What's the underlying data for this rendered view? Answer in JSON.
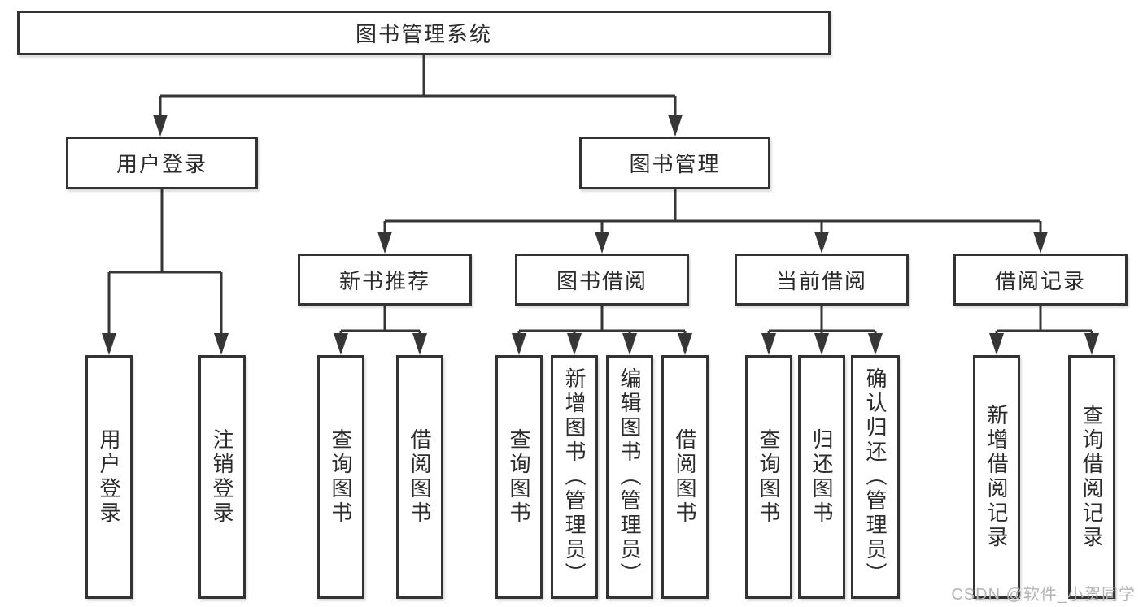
{
  "diagram_type": "hierarchy",
  "colors": {
    "background": "#ffffff",
    "box_border": "#333333",
    "connector_line": "#363636",
    "text": "#2b2b2b",
    "watermark": "#b5b5b5"
  },
  "tree": {
    "root": {
      "label": "图书管理系统",
      "children": [
        {
          "label": "用户登录",
          "children": [
            {
              "label": "用户登录"
            },
            {
              "label": "注销登录"
            }
          ]
        },
        {
          "label": "图书管理",
          "children": [
            {
              "label": "新书推荐",
              "children": [
                {
                  "label": "查询图书"
                },
                {
                  "label": "借阅图书"
                }
              ]
            },
            {
              "label": "图书借阅",
              "children": [
                {
                  "label": "查询图书"
                },
                {
                  "label": "新增图书（管理员）"
                },
                {
                  "label": "编辑图书（管理员）"
                },
                {
                  "label": "借阅图书"
                }
              ]
            },
            {
              "label": "当前借阅",
              "children": [
                {
                  "label": "查询图书"
                },
                {
                  "label": "归还图书"
                },
                {
                  "label": "确认归还（管理员）"
                }
              ]
            },
            {
              "label": "借阅记录",
              "children": [
                {
                  "label": "新增借阅记录"
                },
                {
                  "label": "查询借阅记录"
                }
              ]
            }
          ]
        }
      ]
    }
  },
  "watermark": {
    "text": "CSDN @软件_小贺同学"
  }
}
